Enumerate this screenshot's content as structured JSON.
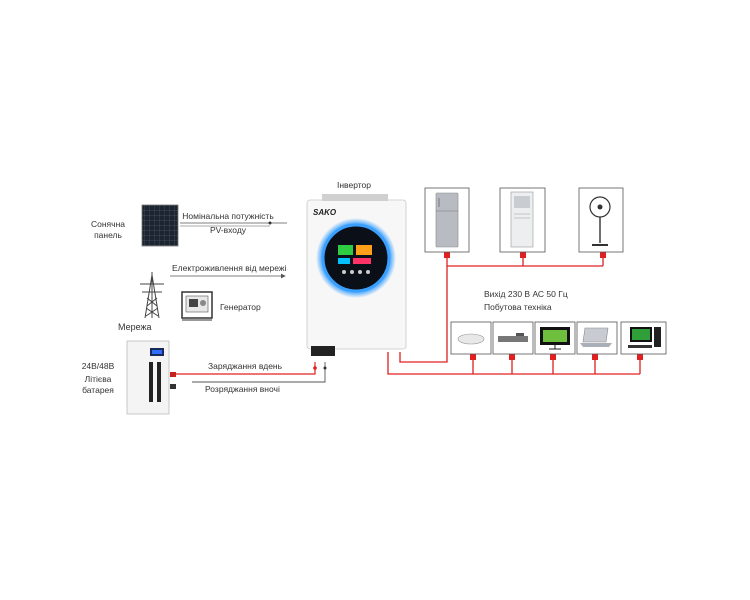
{
  "labels": {
    "inverter": "Інвертор",
    "brand": "SAKO",
    "solar_panel_line1": "Сонячна",
    "solar_panel_line2": "панель",
    "pv_line1": "Номінальна потужність",
    "pv_line2": "PV-входу",
    "grid_power": "Електроживлення від мережі",
    "generator": "Генератор",
    "grid": "Мережа",
    "battery_line1": "24В/48В",
    "battery_line2": "Літієва",
    "battery_line3": "батарея",
    "charge_day": "Заряджання вдень",
    "discharge_night": "Розряджання вночі",
    "output_line1": "Вихід 230 В АС 50 Гц",
    "output_line2": "Побутова техніка"
  },
  "colors": {
    "ac_output": "#e02020",
    "battery_charge": "#e02020",
    "dc_lines": "#555555",
    "inverter_ring": "#3aa0ff"
  },
  "appliances": [
    "refrigerator-icon",
    "air-conditioner-icon",
    "fan-icon",
    "ceiling-lamp-icon",
    "dvd-player-icon",
    "tv-icon",
    "laptop-icon",
    "desktop-pc-icon"
  ]
}
